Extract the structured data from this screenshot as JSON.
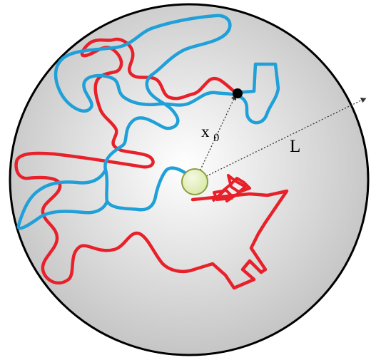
{
  "labels": {
    "x": "x",
    "x_subscript": "0",
    "length": "L"
  },
  "colors": {
    "background": "#ffffff",
    "sphere_center": "#ffffff",
    "sphere_edge": "#c4c4c4",
    "sphere_outline": "#000000",
    "red_path": "#e8202a",
    "blue_path": "#1fa0d8",
    "particle": "#000000",
    "center_ball_fill": "#d9e8a6",
    "center_ball_outline": "#8aa040",
    "arrow": "#333333"
  }
}
